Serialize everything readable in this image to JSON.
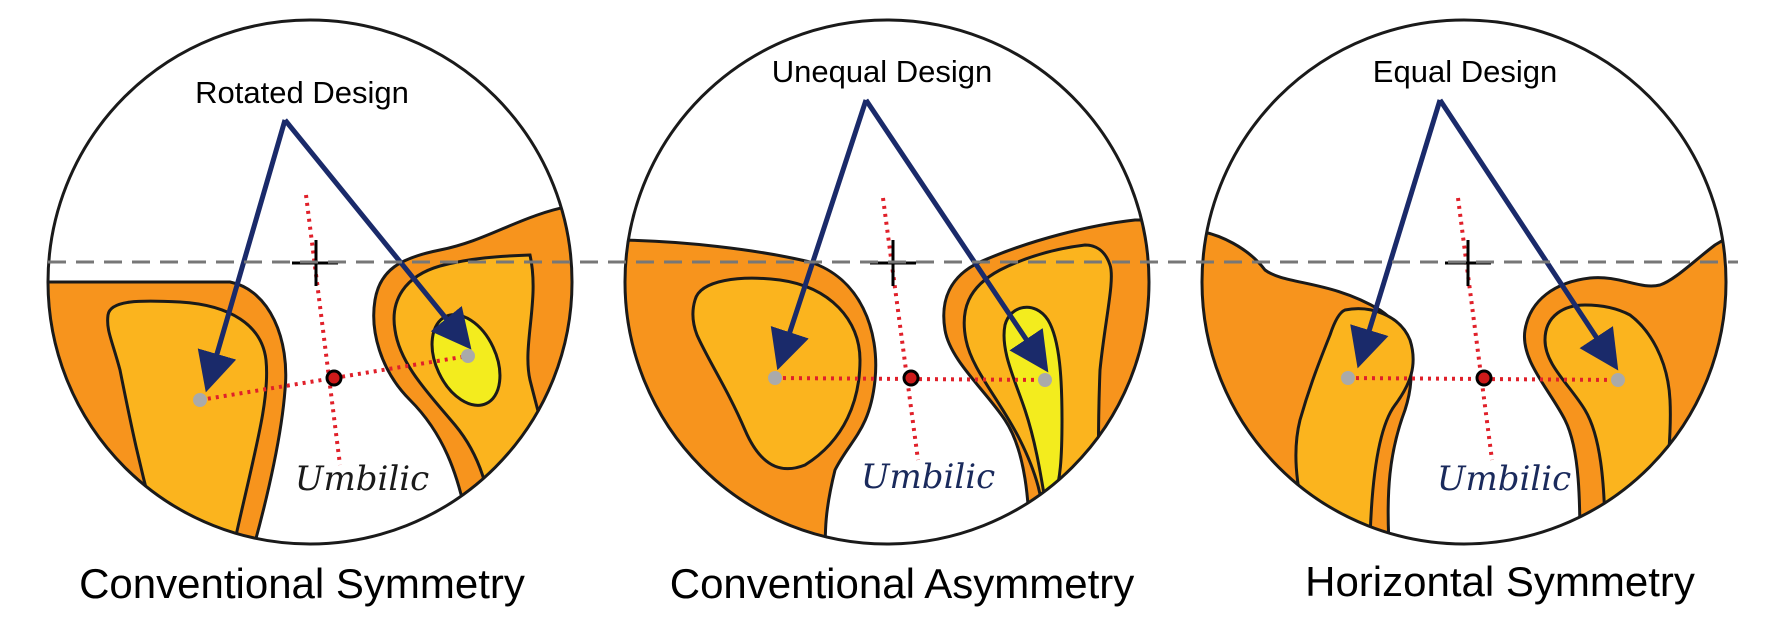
{
  "colors": {
    "outer_zone": "#f7941d",
    "middle_zone": "#fbb41e",
    "inner_zone": "#f3ec1e",
    "outline": "#1a1a1a",
    "arrow": "#1a2a6a",
    "axis_dotted": "#e0202a",
    "reference_point": "#aaaaaa",
    "dashed_line": "#777777",
    "umbilic_text_dark": "#1a2a5c"
  },
  "panels": [
    {
      "design_label": "Rotated Design",
      "umbilic_label": "Umbilic",
      "caption": "Conventional Symmetry"
    },
    {
      "design_label": "Unequal Design",
      "umbilic_label": "Umbilic",
      "caption": "Conventional Asymmetry"
    },
    {
      "design_label": "Equal Design",
      "umbilic_label": "Umbilic",
      "caption": "Horizontal Symmetry"
    }
  ]
}
